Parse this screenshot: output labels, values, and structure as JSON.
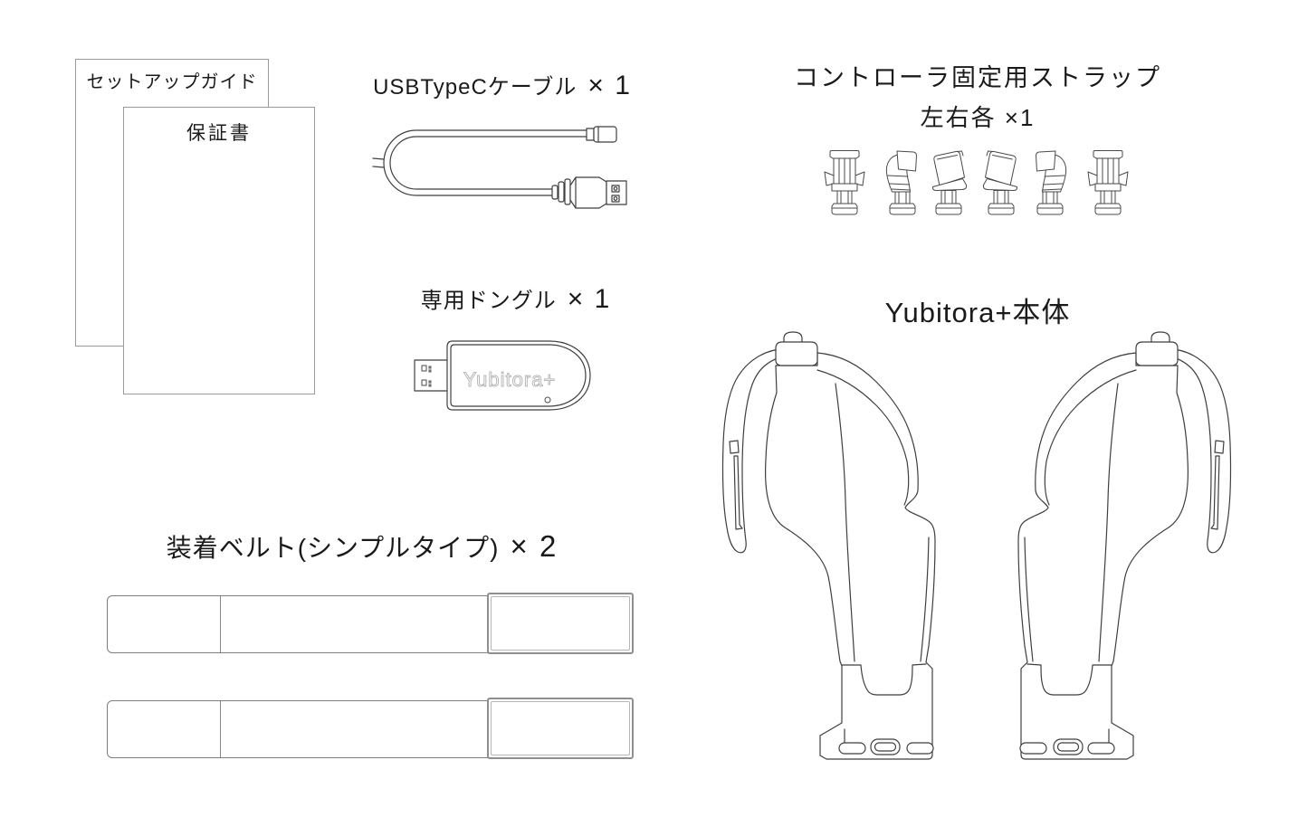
{
  "diagram": {
    "type": "package-contents-illustration",
    "product": "Yubitora+",
    "colors": {
      "background": "#ffffff",
      "line_art": "#3f3f3f",
      "text": "#1a1a1a",
      "sheet_border": "#9a9a9a",
      "belt_border": "#8f8f8f",
      "dongle_brand_text": "#b8b8b8"
    }
  },
  "documents": {
    "setup_guide_label": "セットアップガイド",
    "warranty_label": "保証書"
  },
  "cable": {
    "label": "USBTypeCケーブル",
    "count": "× 1"
  },
  "straps": {
    "title": "コントローラ固定用ストラップ",
    "subtitle": "左右各 ×1",
    "clip_count": 6
  },
  "dongle": {
    "label": "専用ドングル",
    "count": "× 1",
    "body_text": "Yubitora+"
  },
  "main_unit": {
    "title": "Yubitora+本体",
    "pieces": [
      "left",
      "right"
    ]
  },
  "belts": {
    "label": "装着ベルト(シンプルタイプ)",
    "count": "× 2"
  }
}
